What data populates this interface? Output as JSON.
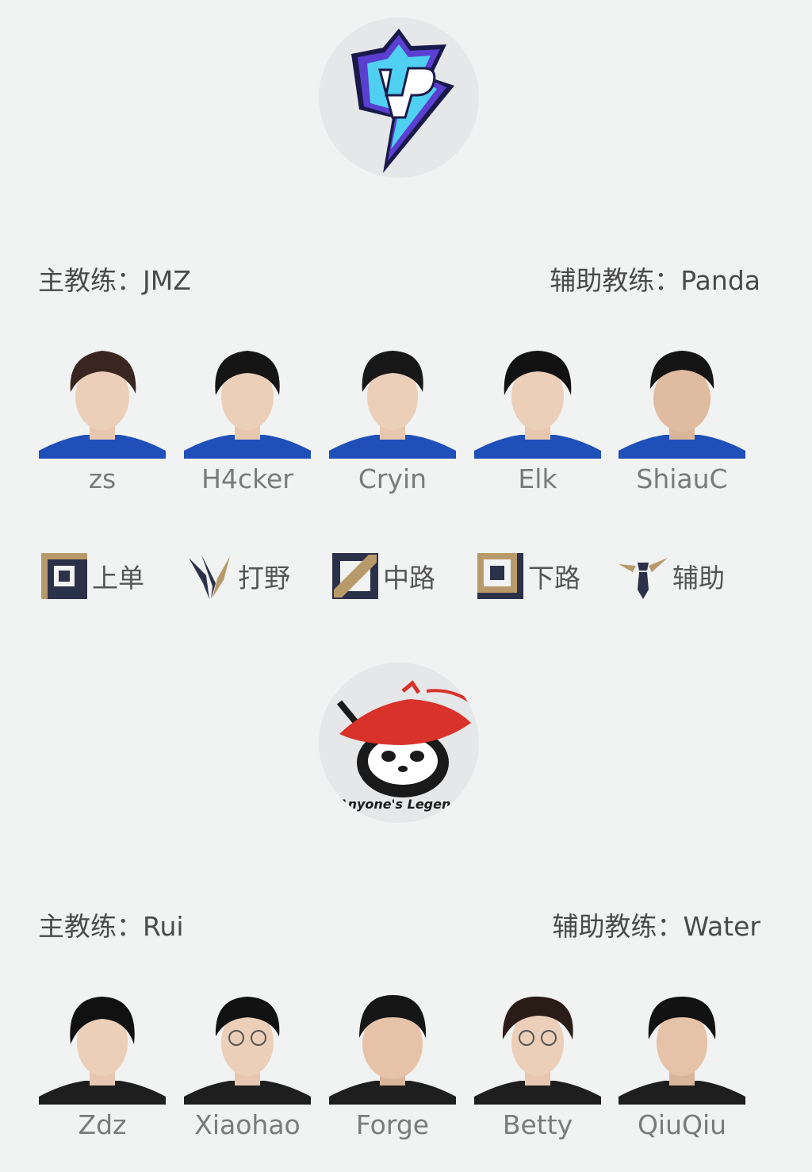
{
  "team1": {
    "logo_icon": "up-team-logo-icon",
    "head_coach": "主教练：JMZ",
    "assistant_coach": "辅助教练：Panda",
    "jersey_color": "#1f4fb8",
    "players": [
      {
        "name": "zs"
      },
      {
        "name": "H4cker"
      },
      {
        "name": "Cryin"
      },
      {
        "name": "Elk"
      },
      {
        "name": "ShiauC"
      }
    ]
  },
  "roles": [
    {
      "icon": "top-lane-icon",
      "label": "上单"
    },
    {
      "icon": "jungle-icon",
      "label": "打野"
    },
    {
      "icon": "mid-lane-icon",
      "label": "中路"
    },
    {
      "icon": "bot-lane-icon",
      "label": "下路"
    },
    {
      "icon": "support-icon",
      "label": "辅助"
    }
  ],
  "team2": {
    "logo_icon": "panda-team-logo-icon",
    "logo_text": "Anyone's Legend",
    "head_coach": "主教练：Rui",
    "assistant_coach": "辅助教练：Water",
    "jersey_color": "#1e1e1e",
    "players": [
      {
        "name": "Zdz"
      },
      {
        "name": "Xiaohao"
      },
      {
        "name": "Forge"
      },
      {
        "name": "Betty"
      },
      {
        "name": "QiuQiu"
      }
    ]
  },
  "colors": {
    "background": "#f1f2f2",
    "role_gold": "#b89a6a",
    "role_navy": "#2b3148",
    "up_purple": "#5a3fd0",
    "up_cyan": "#4fd0f0",
    "al_red": "#d8322a"
  }
}
